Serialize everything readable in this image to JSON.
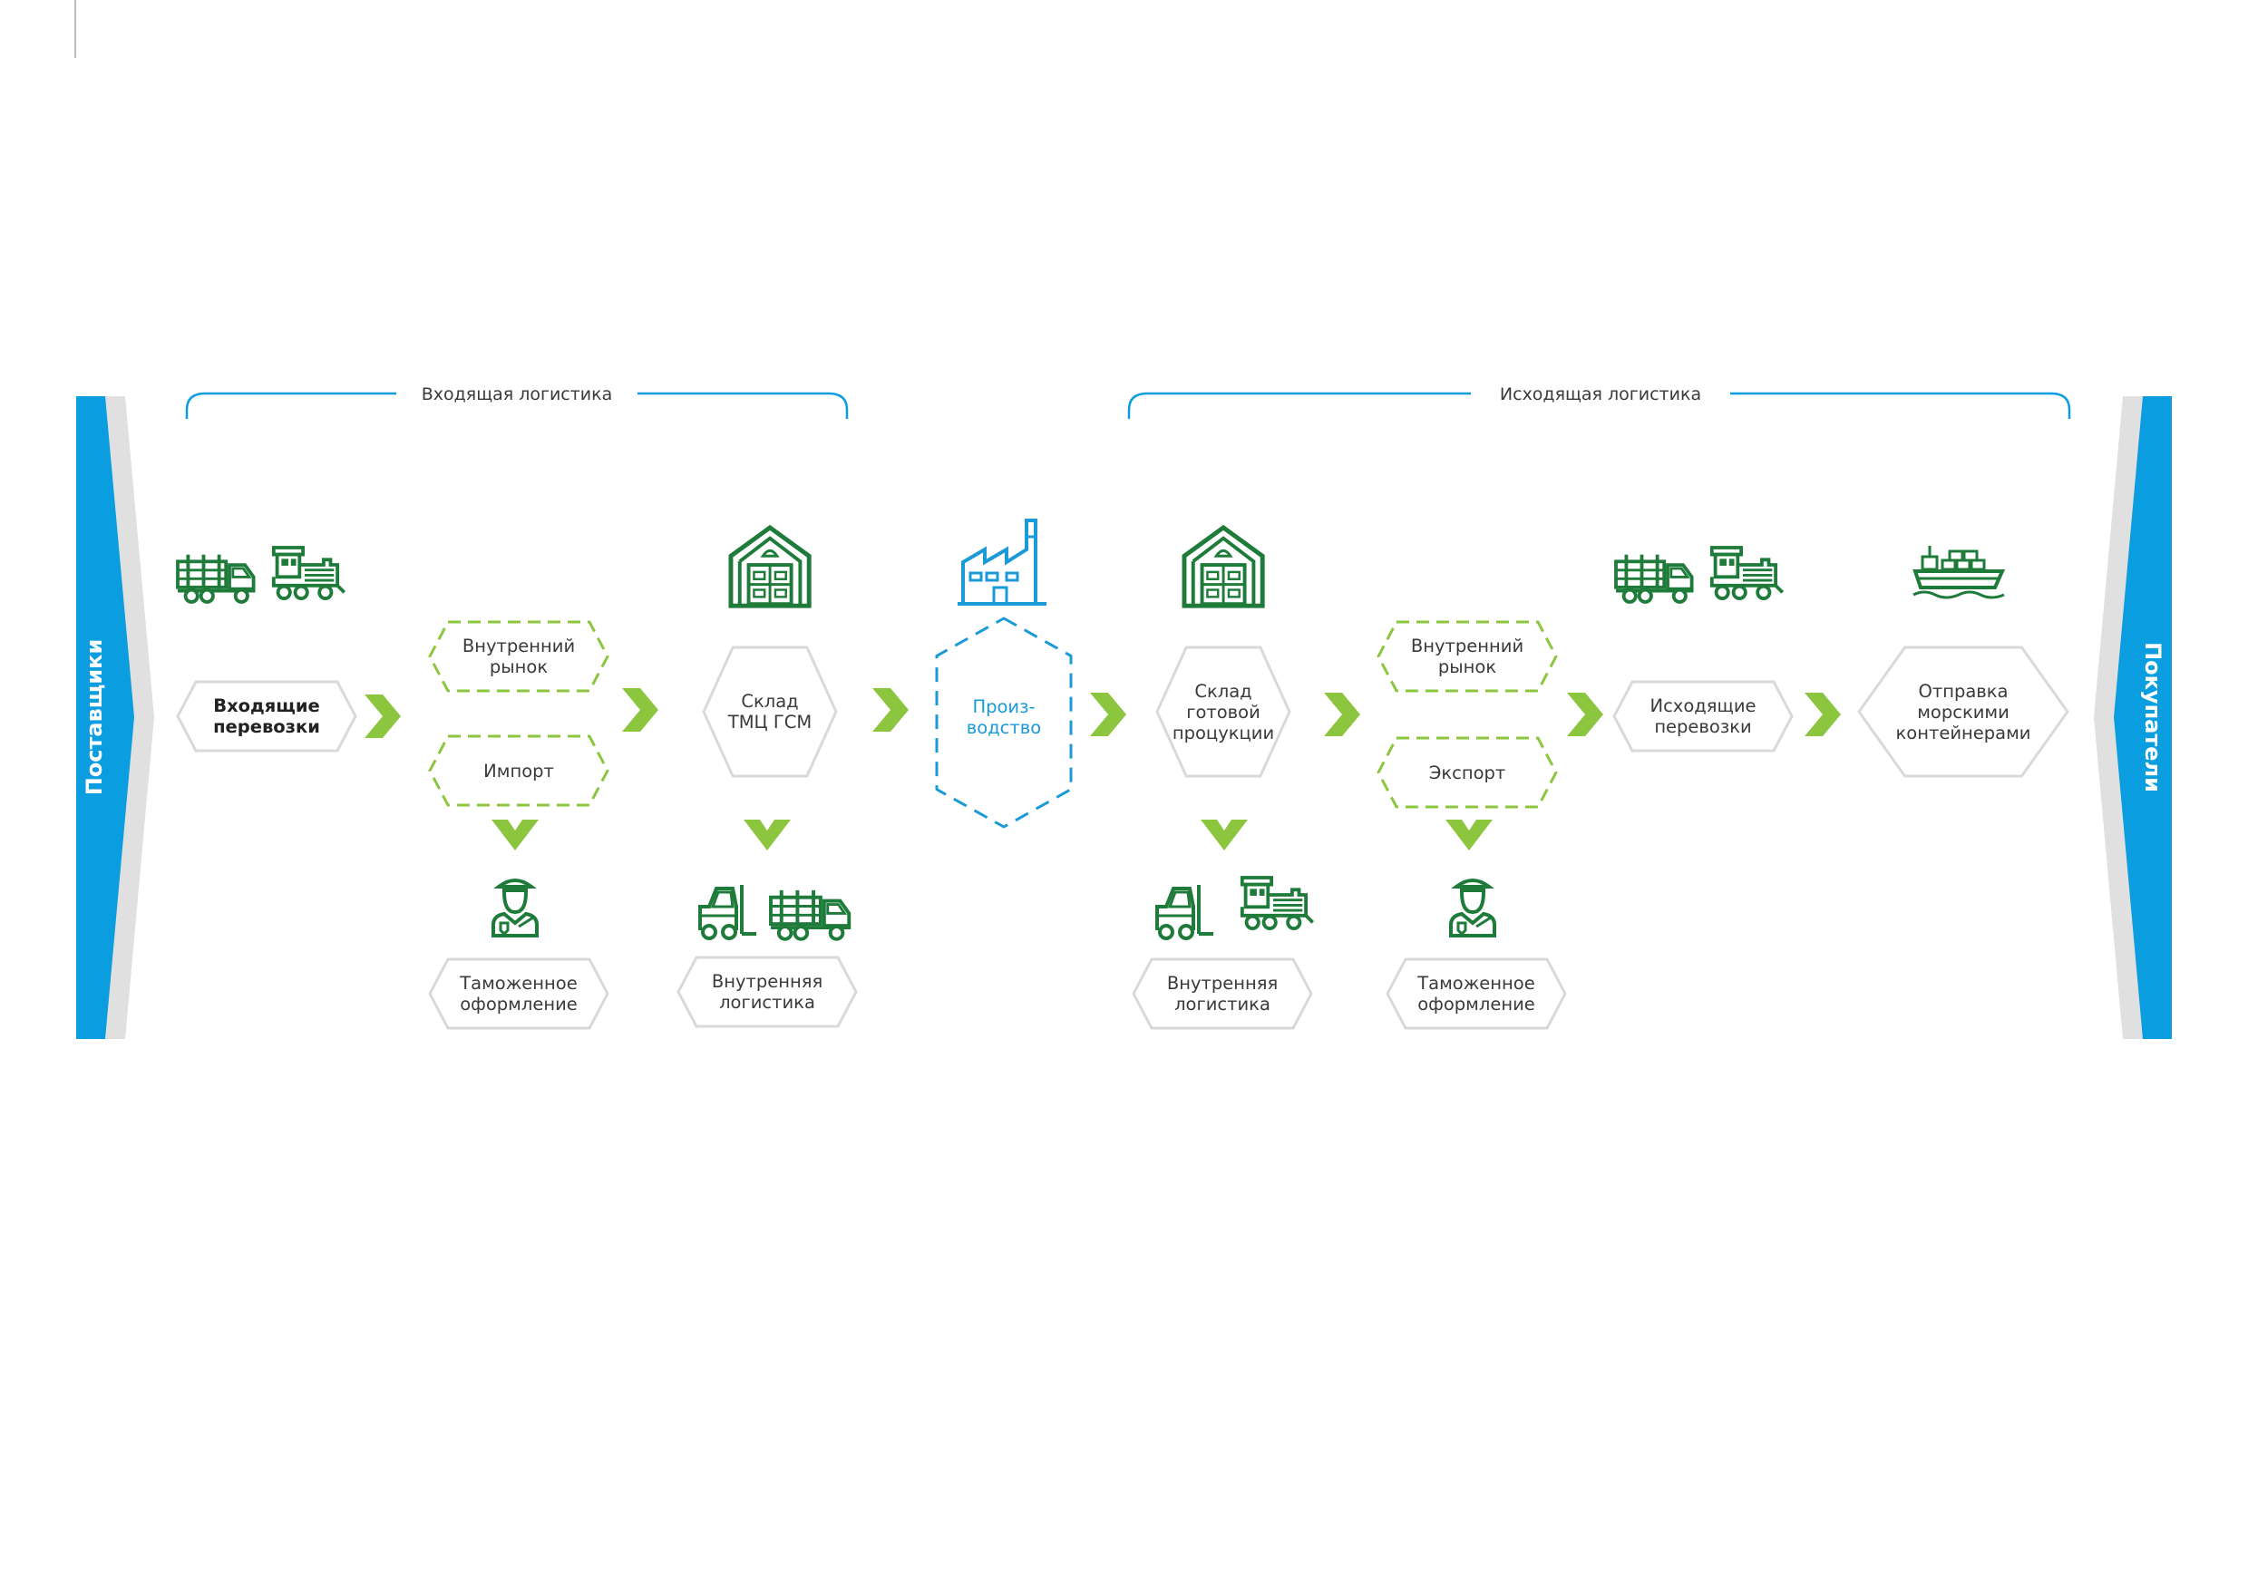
{
  "side": {
    "left": "Поставщики",
    "right": "Покупатели"
  },
  "groups": {
    "inbound": "Входящая логистика",
    "outbound": "Исходящая логистика"
  },
  "nodes": {
    "inbound_transport": "Входящие\nперевозки",
    "domestic_market_in": "Внутренний\nрынок",
    "import": "Импорт",
    "customs_in": "Таможенное\nоформление",
    "warehouse_tmc": "Склад\nТМЦ ГСМ",
    "internal_logistics_in": "Внутренняя\nлогистика",
    "production": "Произ-\nводство",
    "warehouse_finished": "Склад\nготовой\nпроцукции",
    "internal_logistics_out": "Внутренняя\nлогистика",
    "domestic_market_out": "Внутренний\nрынок",
    "export": "Экспорт",
    "customs_out": "Таможенное\nоформление",
    "outbound_transport": "Исходящие\nперевозки",
    "sea_shipping": "Отправка\nморскими\nконтейнерами"
  },
  "icons": [
    "log-truck-icon",
    "locomotive-icon",
    "warehouse-icon",
    "factory-icon",
    "customs-officer-icon",
    "forklift-icon",
    "cargo-ship-icon"
  ],
  "colors": {
    "blue": "#0a9de0",
    "green": "#1e7b3a",
    "lime": "#8cc63f",
    "gray": "#e0e0e0",
    "factory": "#1a9ad7"
  }
}
